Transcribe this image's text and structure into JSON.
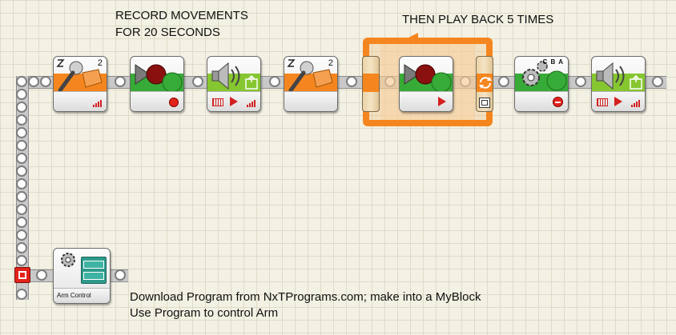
{
  "notes": {
    "record_line1": "RECORD MOVEMENTS",
    "record_line2": "FOR 20 SECONDS",
    "playback": "THEN PLAY BACK 5 TIMES",
    "download": "Download Program from NxTPrograms.com; make into a MyBlock",
    "use": "Use Program to control Arm"
  },
  "blocks": {
    "sound_sensor_1": {
      "port": "2"
    },
    "sound_sensor_2": {
      "port": "2"
    },
    "motor_stop": {
      "ports": "C B A"
    },
    "myblock": {
      "label": "Arm Control"
    }
  },
  "colors": {
    "orange": "#f5861f",
    "green": "#37ab37",
    "light_green": "#86c630",
    "red": "#d42020",
    "beam": "#c9c9c9",
    "grid_bg": "#f3f1e3"
  },
  "icons": [
    "microphone-icon",
    "record-play-icon",
    "speaker-icon",
    "loop-icon",
    "gear-icon",
    "stop-icon",
    "signal-bars-icon"
  ]
}
